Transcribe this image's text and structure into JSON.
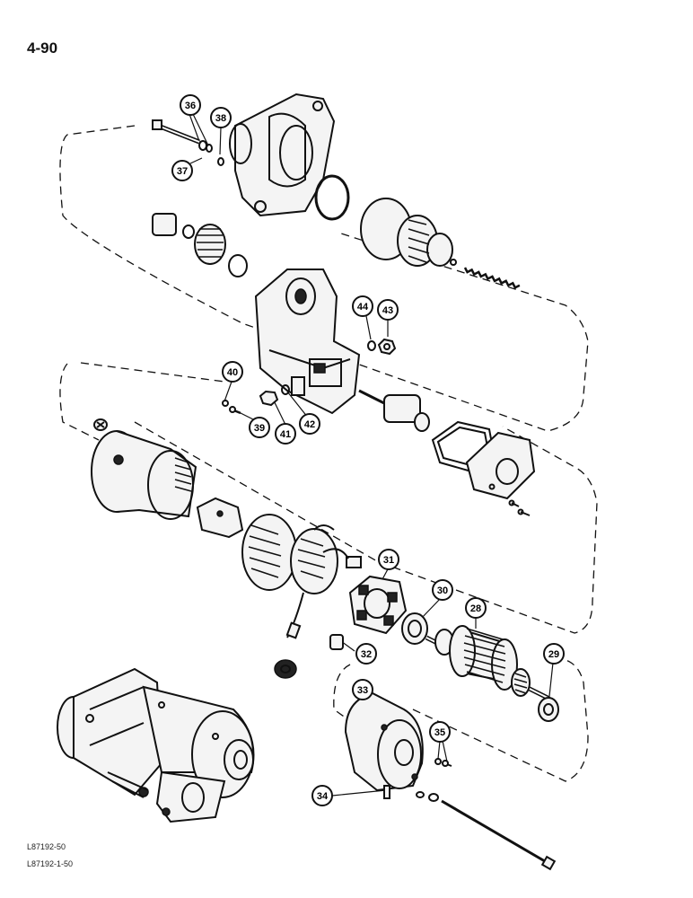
{
  "page": {
    "number": "4-90",
    "figure_refs": [
      "L87192-50",
      "L87192-1-50"
    ]
  },
  "callouts": [
    "36",
    "38",
    "37",
    "43",
    "44",
    "40",
    "39",
    "41",
    "42",
    "31",
    "30",
    "28",
    "29",
    "32",
    "33",
    "35",
    "34"
  ]
}
